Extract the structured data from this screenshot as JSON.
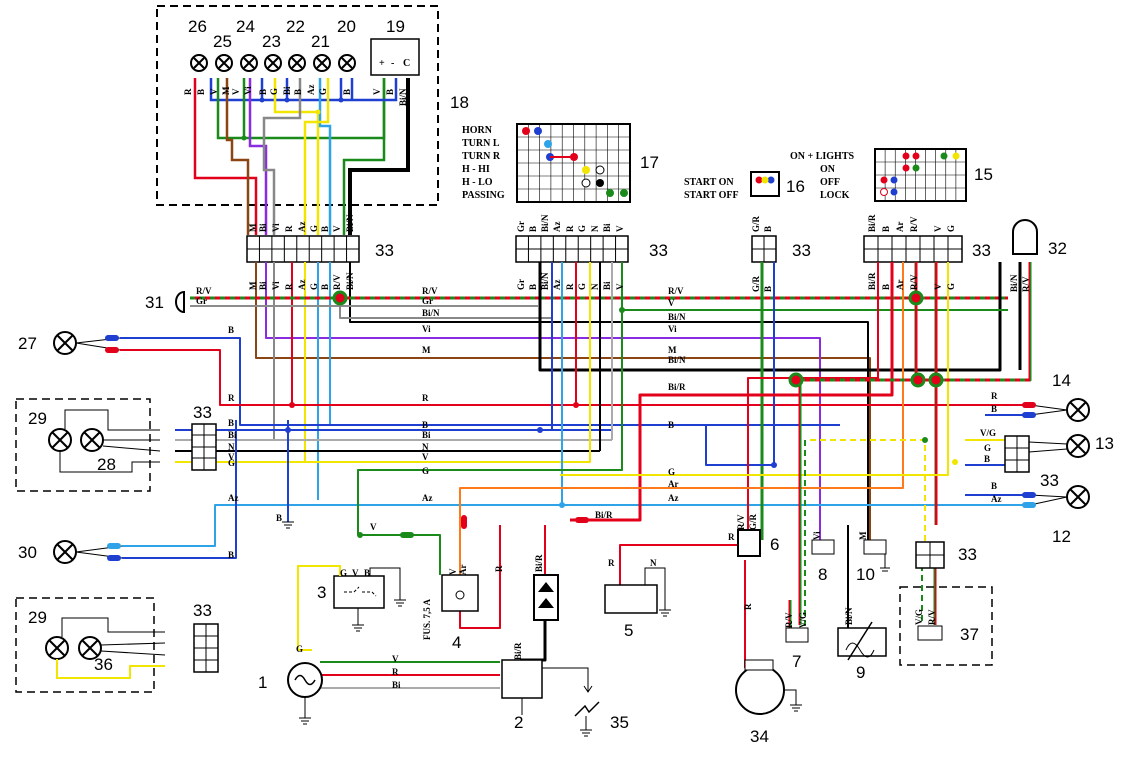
{
  "components": {
    "n1": "1",
    "n2": "2",
    "n3": "3",
    "n4": "4",
    "n5": "5",
    "n6": "6",
    "n7": "7",
    "n8": "8",
    "n9": "9",
    "n10": "10",
    "n12": "12",
    "n13": "13",
    "n14": "14",
    "n15": "15",
    "n16": "16",
    "n17": "17",
    "n18": "18",
    "n19": "19",
    "n20": "20",
    "n21": "21",
    "n22": "22",
    "n23": "23",
    "n24": "24",
    "n25": "25",
    "n26": "26",
    "n27": "27",
    "n28": "28",
    "n29a": "29",
    "n29b": "29",
    "n30": "30",
    "n31": "31",
    "n32": "32",
    "n33": "33",
    "n34": "34",
    "n35": "35",
    "n36": "36",
    "n37": "37"
  },
  "switch17": {
    "horn": "HORN",
    "turn_l": "TURN L",
    "turn_r": "TURN R",
    "h_hi": "H  -  HI",
    "h_lo": "H  -  LO",
    "passing": "PASSING"
  },
  "switch16": {
    "start_on": "START ON",
    "start_off": "START OFF"
  },
  "switch15": {
    "on_lights": "ON + LIGHTS",
    "on": "ON",
    "off": "OFF",
    "lock": "LOCK"
  },
  "fuse": "FUS. 7,5 A",
  "relay19": {
    "plus": "+",
    "minus": "-",
    "c": "C"
  },
  "wire_codes": {
    "R": "R",
    "B": "B",
    "V": "V",
    "M": "M",
    "Vi": "Vi",
    "G": "G",
    "Bi": "Bi",
    "Az": "Az",
    "N": "N",
    "Gr": "Gr",
    "Ar": "Ar",
    "BiN": "Bi/N",
    "RV": "R/V",
    "BiR": "Bi/R",
    "GR": "G/R",
    "VG": "V/G"
  },
  "colors": {
    "R": "#e3001b",
    "B": "#1f3fd0",
    "V": "#1a8a1a",
    "M": "#8b4513",
    "Vi": "#8a2be2",
    "G": "#f2e600",
    "Bi": "#ffffff",
    "Az": "#2ea3e8",
    "N": "#000000",
    "Gr": "#8c8c8c",
    "Ar": "#ff7a1a"
  }
}
